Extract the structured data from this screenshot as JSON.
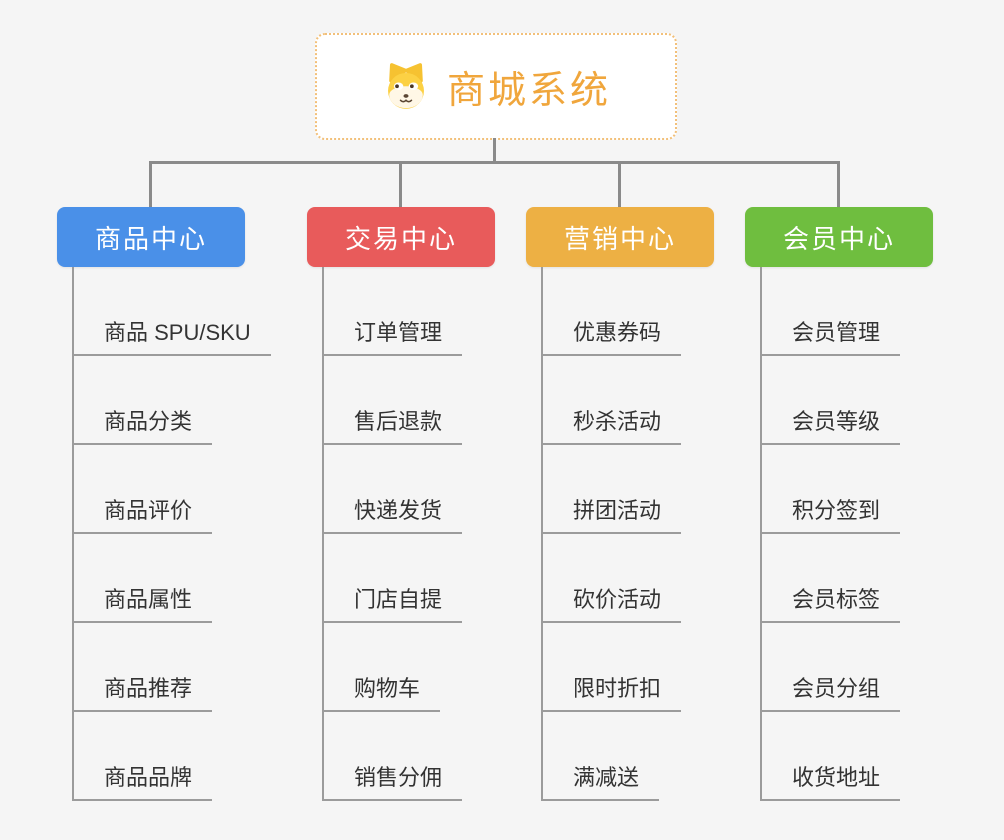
{
  "root": {
    "title": "商城系统",
    "icon": "dog-icon",
    "text_color": "#f0a63c",
    "border_color": "#f2c07a"
  },
  "branches": [
    {
      "label": "商品中心",
      "color": "#4a90e8",
      "items": [
        "商品 SPU/SKU",
        "商品分类",
        "商品评价",
        "商品属性",
        "商品推荐",
        "商品品牌"
      ]
    },
    {
      "label": "交易中心",
      "color": "#e85b5b",
      "items": [
        "订单管理",
        "售后退款",
        "快递发货",
        "门店自提",
        "购物车",
        "销售分佣"
      ]
    },
    {
      "label": "营销中心",
      "color": "#edb044",
      "items": [
        "优惠券码",
        "秒杀活动",
        "拼团活动",
        "砍价活动",
        "限时折扣",
        "满减送"
      ]
    },
    {
      "label": "会员中心",
      "color": "#6fbe3f",
      "items": [
        "会员管理",
        "会员等级",
        "积分签到",
        "会员标签",
        "会员分组",
        "收货地址"
      ]
    }
  ],
  "colors": {
    "background": "#f5f5f5",
    "connector": "#8a8a8a",
    "underline": "#9b9b9b",
    "item_text": "#333333"
  }
}
